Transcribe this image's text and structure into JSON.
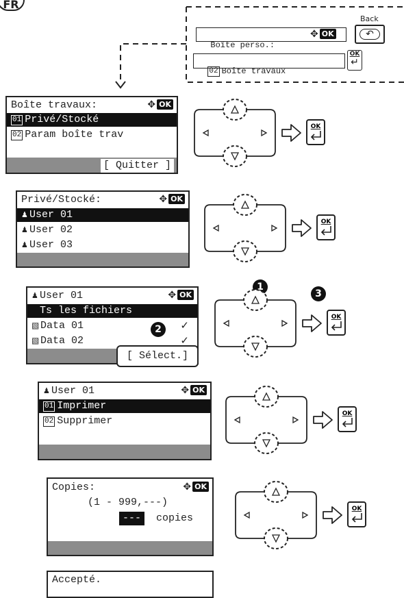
{
  "lang_badge": "FR",
  "top_panel": {
    "back_label": "Back",
    "field1": "Boîte perso.:",
    "field2_num": "02",
    "field2_text": "Boîte travaux"
  },
  "step1": {
    "title": "Boîte travaux:",
    "items": [
      {
        "num": "01",
        "text": "Privé/Stocké"
      },
      {
        "num": "02",
        "text": "Param boîte trav"
      }
    ],
    "softkey": "Quitter"
  },
  "step2": {
    "title": "Privé/Stocké:",
    "items": [
      "User 01",
      "User 02",
      "User 03"
    ]
  },
  "step3": {
    "title": "User 01",
    "selected": "Ts les fichiers",
    "files": [
      "Data 01",
      "Data 02"
    ],
    "softkey": "Sélect.",
    "badges": [
      "1",
      "2",
      "3"
    ]
  },
  "step4": {
    "title": "User 01",
    "items": [
      {
        "num": "01",
        "text": "Imprimer"
      },
      {
        "num": "02",
        "text": "Supprimer"
      }
    ]
  },
  "step5": {
    "title": "Copies:",
    "range": "(1 - 999,---)",
    "value": "---",
    "unit": "copies"
  },
  "step6": {
    "title": "Accepté."
  },
  "ok_label": "OK",
  "icons": {
    "cross": "cross-arrows-icon",
    "ok": "ok-icon",
    "enter": "enter-arrow-icon",
    "back": "back-arrow-icon",
    "user": "user-icon",
    "file": "file-icon",
    "check": "checkmark-icon"
  }
}
